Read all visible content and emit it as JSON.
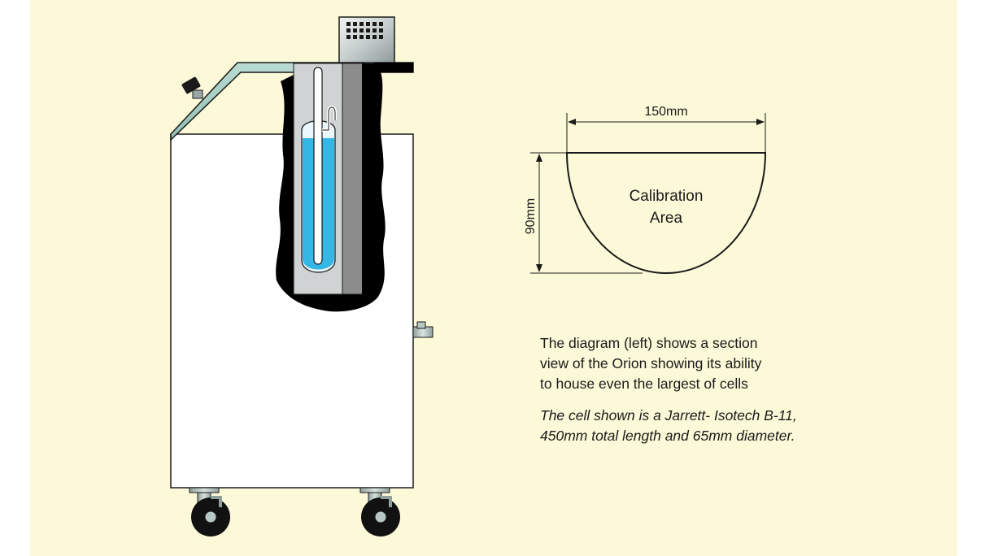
{
  "diagram": {
    "dimension_width_label": "150mm",
    "dimension_height_label": "90mm",
    "area_label_line1": "Calibration",
    "area_label_line2": "Area"
  },
  "description": {
    "line1": "The diagram (left) shows a section",
    "line2": "view of the Orion showing its ability",
    "line3": "to house even the largest of cells",
    "italic_line1": "The cell shown is a Jarrett- Isotech B-11,",
    "italic_line2": "450mm total length and 65mm diameter."
  },
  "colors": {
    "background": "#fcf9d8",
    "cabinet_top": "#a9cfc6",
    "cabinet_body": "#ffffff",
    "liquid": "#35b7e6",
    "section_dark": "#000000",
    "well_grey": "#8c8c8c"
  }
}
